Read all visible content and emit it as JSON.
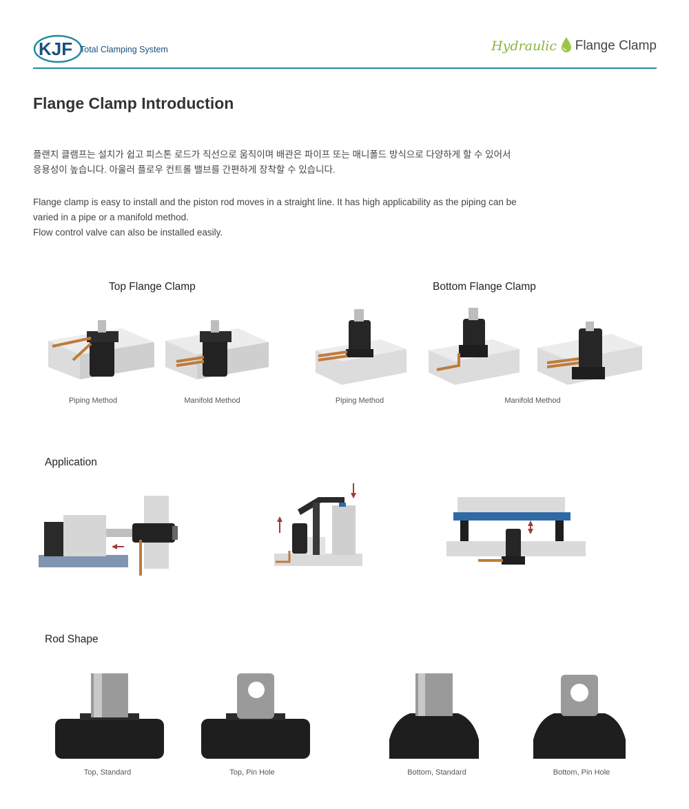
{
  "header": {
    "logo_text": "KJF",
    "logo_tagline": "Total Clamping System",
    "category": "Hydraulic",
    "product": "Flange Clamp"
  },
  "intro": {
    "title": "Flange Clamp Introduction",
    "korean_lines": [
      "플랜지 클램프는 설치가 쉽고 피스톤 로드가 직선으로 움직이며 배관은 파이프 또는 매니폴드 방식으로 다양하게 할 수 있어서",
      "응용성이 높습니다. 아울러 플로우 컨트롤 밸브를 간편하게 장착할 수 있습니다."
    ],
    "english_lines": [
      "Flange clamp is easy to install and the piston rod moves in a straight line. It has high applicability as the piping can be",
      "varied in a pipe or a manifold method.",
      "Flow control valve can also be installed easily."
    ]
  },
  "types": {
    "top_heading": "Top Flange Clamp",
    "bottom_heading": "Bottom Flange Clamp",
    "captions": [
      "Piping Method",
      "Manifold Method",
      "Piping Method",
      "Manifold Method"
    ]
  },
  "application": {
    "heading": "Application"
  },
  "rod_shape": {
    "heading": "Rod Shape",
    "captions": [
      "Top, Standard",
      "Top, Pin Hole",
      "Bottom, Standard",
      "Bottom, Pin Hole"
    ]
  },
  "colors": {
    "accent_line": "#1e8aa0",
    "brand_blue": "#1a4f80",
    "hydraulic_green": "#8ab43a",
    "arrow_red": "#a23a3a",
    "plate_blue": "#2e6aa6",
    "copper_pipe": "#c07a3a"
  }
}
